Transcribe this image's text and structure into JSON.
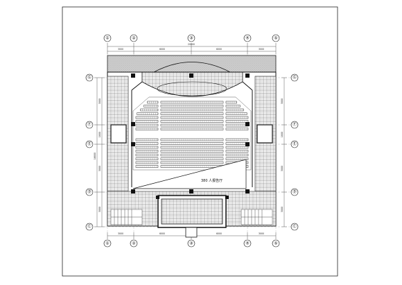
{
  "drawing": {
    "hall_label": "380 人报告厅",
    "axes_top": [
      "①",
      "②",
      "③",
      "④",
      "⑤"
    ],
    "axes_bottom": [
      "①",
      "②",
      "③",
      "④",
      "⑤"
    ],
    "axes_left": [
      "Ⓖ",
      "Ⓕ",
      "Ⓔ",
      "Ⓓ",
      "Ⓒ"
    ],
    "axes_right": [
      "Ⓖ",
      "Ⓕ",
      "Ⓔ",
      "Ⓓ",
      "Ⓒ"
    ],
    "dims_top": [
      "3000",
      "6000",
      "6000",
      "3000"
    ],
    "dim_top_total": "20000",
    "dims_bottom": [
      "3000",
      "6000",
      "6000",
      "3000"
    ],
    "dims_left": [
      "3000",
      "1800",
      "3000",
      "3000"
    ],
    "dim_left_total": "16800",
    "dims_right": [
      "3000",
      "1800",
      "3000",
      "3000"
    ]
  }
}
